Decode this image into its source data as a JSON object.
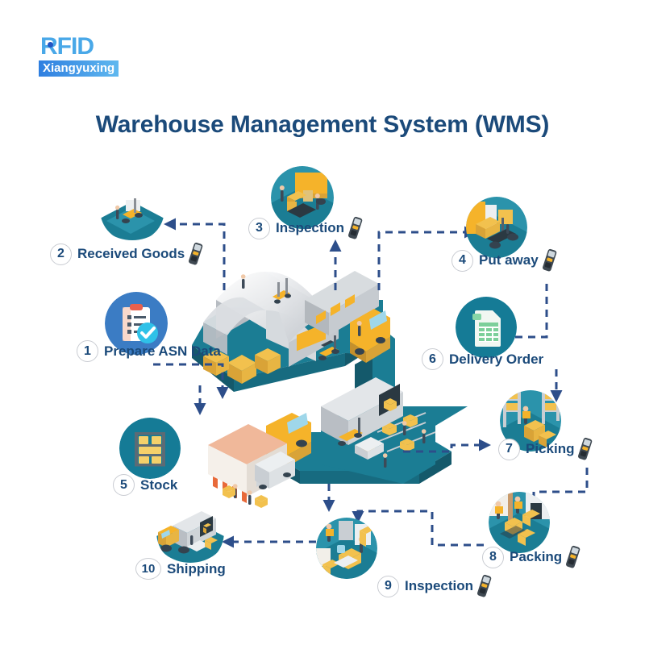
{
  "brand": {
    "logo_main": "RFID",
    "logo_sub": "Xiangyuxing",
    "logo_icon": "rfid-signal-icon"
  },
  "header": {
    "title": "Warehouse Management System (WMS)"
  },
  "colors": {
    "title_navy": "#1b4a7a",
    "connector_blue": "#2d4e8a",
    "accent_teal": "#157b96",
    "accent_yellow": "#f5b32a",
    "platform_teal": "#1b7d94",
    "circle_border": "#c9ccd2",
    "background": "#ffffff"
  },
  "diagram": {
    "type": "isometric-process-flow",
    "scene_name": "warehouse-isometric-illustration",
    "steps": [
      {
        "number": "1",
        "label": "Prepare ASN Data",
        "icon": "clipboard-checklist-icon",
        "has_scanner": false,
        "icon_style": "blue-circle-clipboard"
      },
      {
        "number": "2",
        "label": "Received Goods",
        "icon": "receiving-dock-icon",
        "has_scanner": true,
        "icon_style": "photo-circle"
      },
      {
        "number": "3",
        "label": "Inspection",
        "icon": "inspection-forklift-icon",
        "has_scanner": true,
        "icon_style": "photo-circle"
      },
      {
        "number": "4",
        "label": "Put away",
        "icon": "putaway-forklift-icon",
        "has_scanner": true,
        "icon_style": "photo-circle"
      },
      {
        "number": "5",
        "label": "Stock",
        "icon": "shelf-rack-icon",
        "has_scanner": false,
        "icon_style": "teal-circle-shelf"
      },
      {
        "number": "6",
        "label": "Delivery Order",
        "icon": "document-spreadsheet-icon",
        "has_scanner": false,
        "icon_style": "teal-circle-document"
      },
      {
        "number": "7",
        "label": "Picking",
        "icon": "picking-rack-icon",
        "has_scanner": true,
        "icon_style": "photo-circle"
      },
      {
        "number": "8",
        "label": "Packing",
        "icon": "packing-station-icon",
        "has_scanner": true,
        "icon_style": "photo-circle"
      },
      {
        "number": "9",
        "label": "Inspection",
        "icon": "outbound-inspection-icon",
        "has_scanner": true,
        "icon_style": "photo-circle"
      },
      {
        "number": "10",
        "label": "Shipping",
        "icon": "shipping-truck-icon",
        "has_scanner": false,
        "icon_style": "photo-circle"
      }
    ],
    "flow_order": [
      "1",
      "2",
      "3",
      "4",
      "5",
      "6",
      "7",
      "8",
      "9",
      "10"
    ],
    "connector_style": "dashed-orthogonal-with-arrowheads"
  }
}
